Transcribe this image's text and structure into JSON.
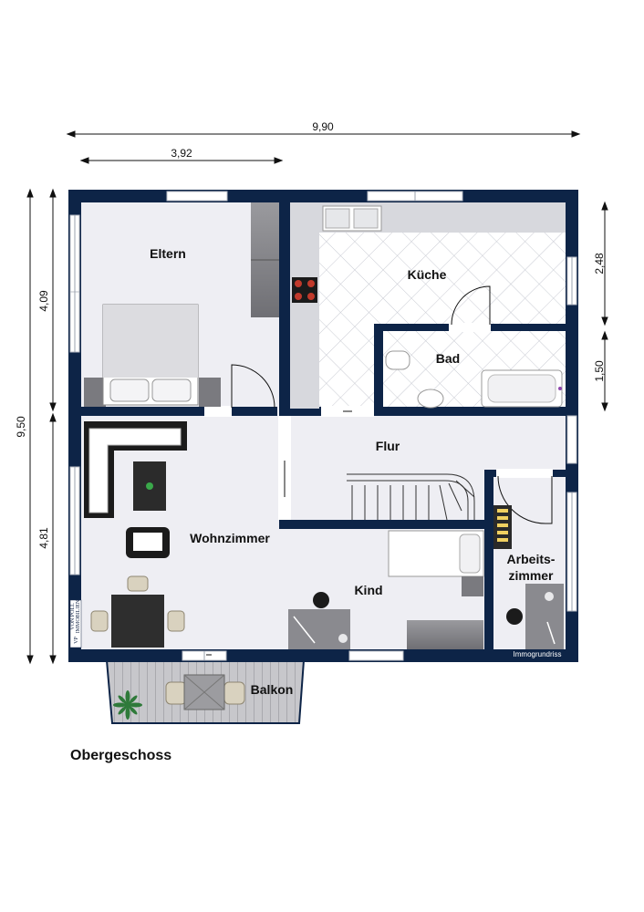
{
  "floor_name": "Obergeschoss",
  "rooms": {
    "eltern": "Eltern",
    "kueche": "Küche",
    "bad": "Bad",
    "flur": "Flur",
    "wohnzimmer": "Wohnzimmer",
    "kind": "Kind",
    "arbeitszimmer_line1": "Arbeits-",
    "arbeitszimmer_line2": "zimmer",
    "balkon": "Balkon"
  },
  "dimensions": {
    "total_width": "9,90",
    "partial_width": "3,92",
    "total_height": "9,50",
    "left_upper": "4,09",
    "left_lower": "4,81",
    "right_upper": "2,48",
    "right_lower": "1,50"
  },
  "credit": "Immogrundriss",
  "logo": {
    "mark": "VP",
    "name": "VON POLL",
    "tagline": "IMMOBILIEN"
  },
  "colors": {
    "wall": "#0d2447",
    "floor": "#eeeef3",
    "tile": "#ffffff",
    "tile_line": "#c9cbd3",
    "balcony": "#c5c5c9"
  }
}
